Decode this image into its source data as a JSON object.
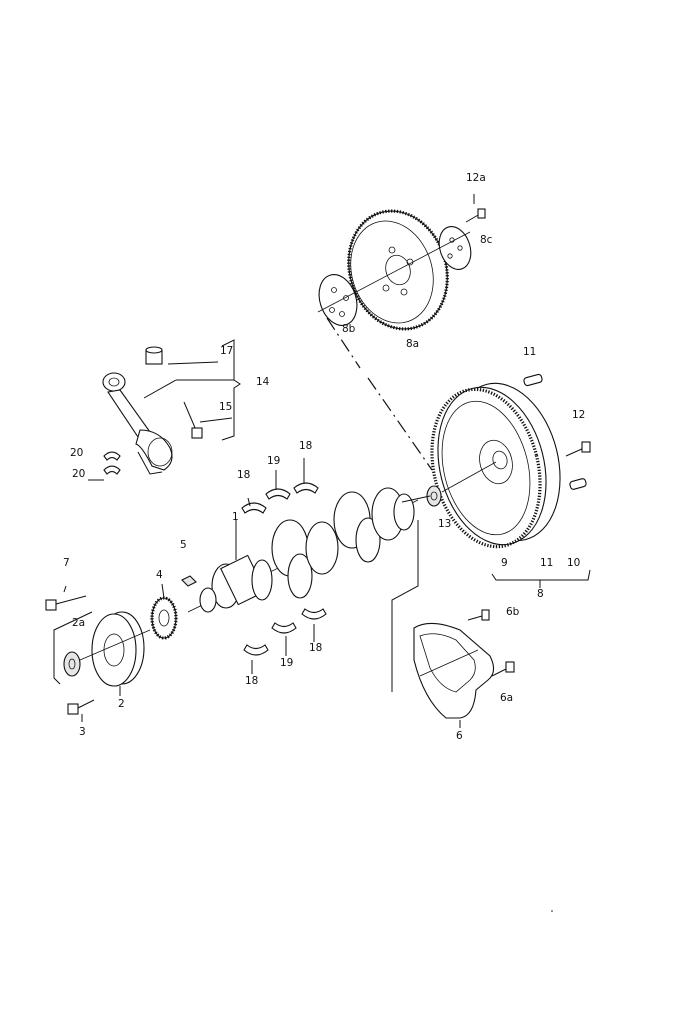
{
  "labels": {
    "l1": "1",
    "l2": "2",
    "l2a": "2a",
    "l3": "3",
    "l4": "4",
    "l5": "5",
    "l6": "6",
    "l6a": "6a",
    "l6b": "6b",
    "l7": "7",
    "l8": "8",
    "l8a": "8a",
    "l8b": "8b",
    "l8c": "8c",
    "l9": "9",
    "l10": "10",
    "l11a": "11",
    "l11b": "11",
    "l12": "12",
    "l12a": "12a",
    "l13": "13",
    "l14": "14",
    "l15": "15",
    "l17": "17",
    "l18a": "18",
    "l18b": "18",
    "l18c": "18",
    "l18d": "18",
    "l19a": "19",
    "l19b": "19",
    "l20a": "20",
    "l20b": "20"
  },
  "colors": {
    "ink": "#111111",
    "paper": "#ffffff",
    "shade": "#e6e6e6"
  }
}
